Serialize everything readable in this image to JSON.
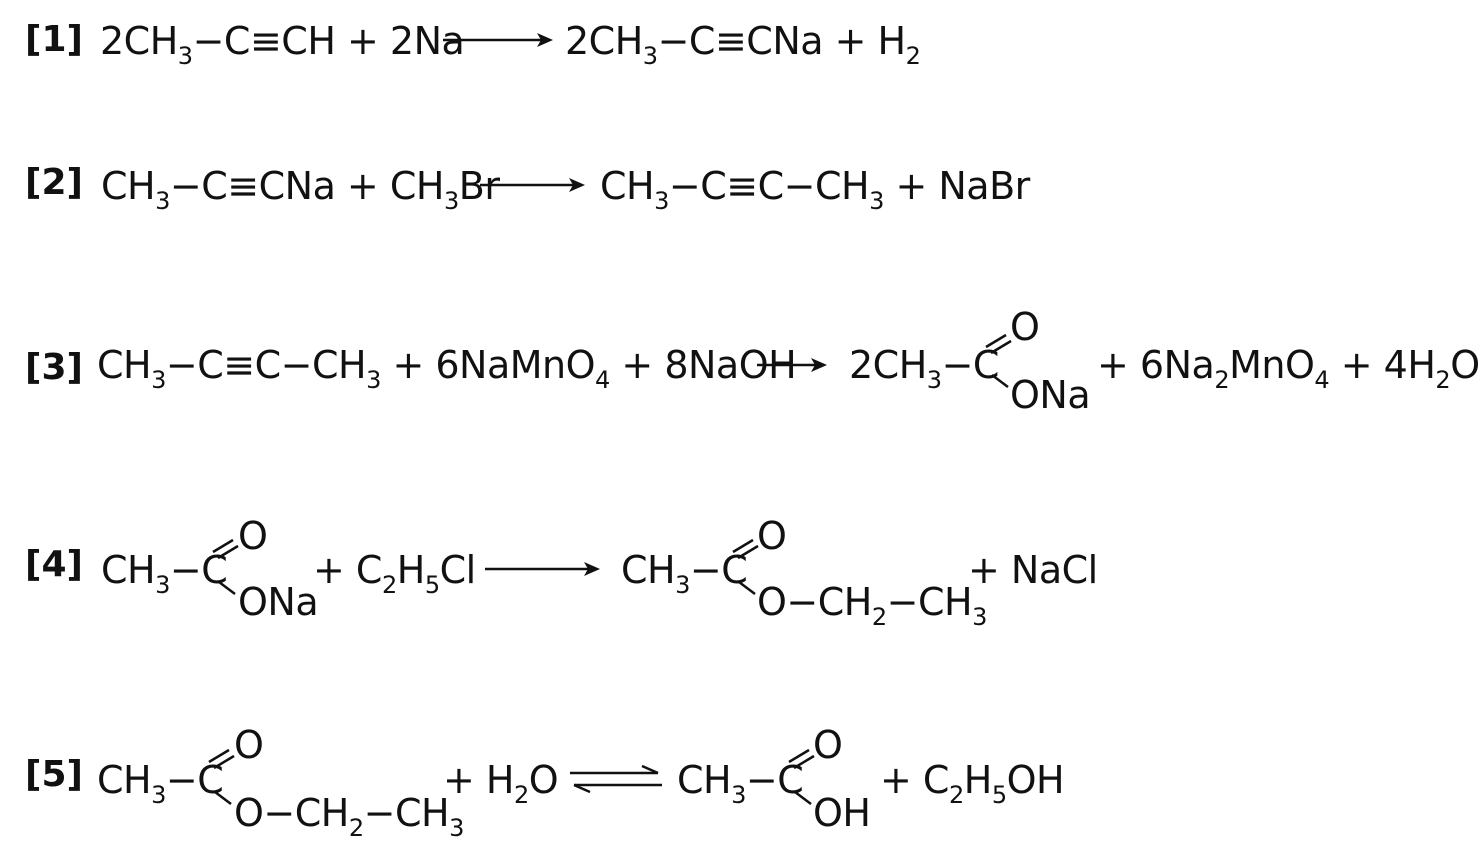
{
  "reactions": [
    {
      "label": "[1]",
      "arrow": "forward",
      "reactants": "2CH<sub>3</sub>−C≡CH + 2Na",
      "products": "2CH<sub>3</sub>−C≡CNa + H<sub>2</sub>"
    },
    {
      "label": "[2]",
      "arrow": "forward",
      "reactants": "CH<sub>3</sub>−C≡CNa + CH<sub>3</sub>Br",
      "products": "CH<sub>3</sub>−C≡C−CH<sub>3</sub> + NaBr"
    },
    {
      "label": "[3]",
      "arrow": "forward",
      "reactants": "CH<sub>3</sub>−C≡C−CH<sub>3</sub> + 6NaMnO<sub>4</sub> + 8NaOH",
      "product_carboxyl": {
        "prefix": "2CH<sub>3</sub>−C",
        "top": "O",
        "bottom": "ONa"
      },
      "products_rest": "+ 6Na<sub>2</sub>MnO<sub>4</sub> + 4H<sub>2</sub>O"
    },
    {
      "label": "[4]",
      "arrow": "forward",
      "reactant_carboxyl": {
        "prefix": "CH<sub>3</sub>−C",
        "top": "O",
        "bottom": "ONa"
      },
      "reactants_rest": "+ C<sub>2</sub>H<sub>5</sub>Cl",
      "product_carboxyl": {
        "prefix": "CH<sub>3</sub>−C",
        "top": "O",
        "bottom": "O−CH<sub>2</sub>−CH<sub>3</sub>"
      },
      "products_rest": "+ NaCl"
    },
    {
      "label": "[5]",
      "arrow": "equilibrium",
      "reactant_carboxyl": {
        "prefix": "CH<sub>3</sub>−C",
        "top": "O",
        "bottom": "O−CH<sub>2</sub>−CH<sub>3</sub>"
      },
      "reactants_rest": "+ H<sub>2</sub>O",
      "product_carboxyl": {
        "prefix": "CH<sub>3</sub>−C",
        "top": "O",
        "bottom": "OH"
      },
      "products_rest": "+ C<sub>2</sub>H<sub>5</sub>OH"
    }
  ]
}
